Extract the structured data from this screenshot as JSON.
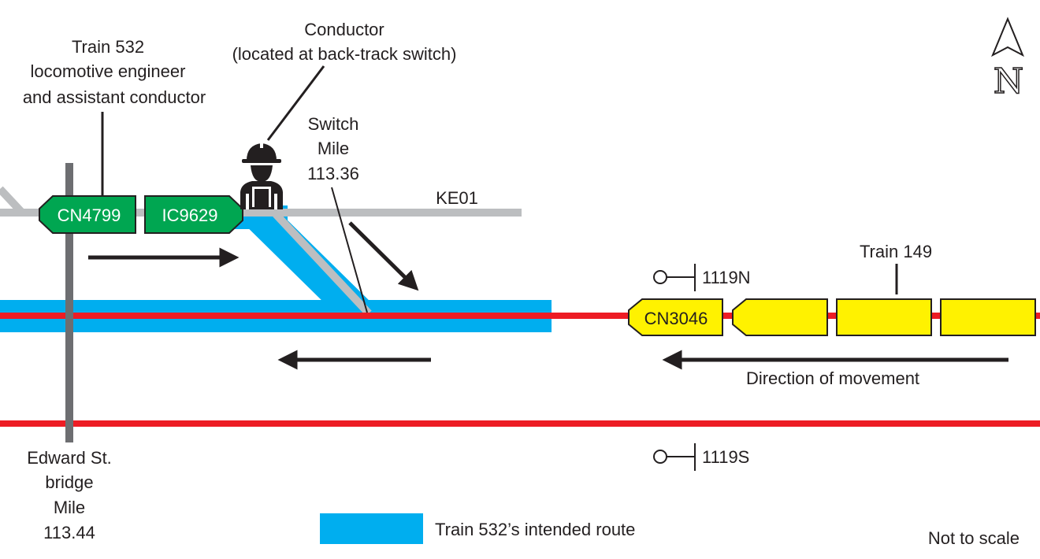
{
  "colors": {
    "route_blue": "#00aeef",
    "main_track_red": "#ed1c24",
    "siding_gray": "#bcbec0",
    "bridge_gray": "#6d6e71",
    "train_532_green": "#00a651",
    "train_149_yellow": "#fff200",
    "ink": "#231f20"
  },
  "labels": {
    "train_532_crew": [
      "Train 532",
      "locomotive engineer",
      "and assistant conductor"
    ],
    "conductor": [
      "Conductor",
      "(located at back-track switch)"
    ],
    "switch": [
      "Switch",
      "Mile",
      "113.36"
    ],
    "track_ke01": "KE01",
    "train_149": "Train 149",
    "signal_north": "1119N",
    "signal_south": "1119S",
    "direction": "Direction of movement",
    "bridge": [
      "Edward St.",
      "bridge",
      "Mile",
      "113.44"
    ],
    "legend_route": "Train 532’s intended route",
    "not_to_scale": "Not to scale",
    "north": "N"
  },
  "train_532_units": [
    "CN4799",
    "IC9629"
  ],
  "train_149_units": [
    "CN3046"
  ],
  "icons": [
    "conductor-worker-icon",
    "north-arrow-icon",
    "signal-icon"
  ]
}
